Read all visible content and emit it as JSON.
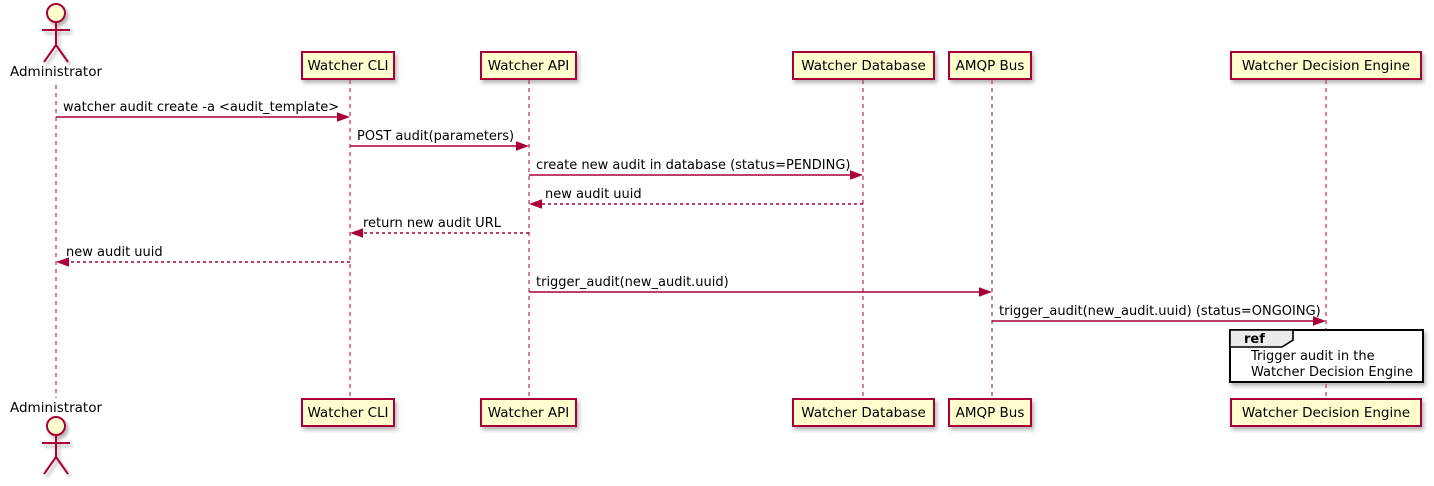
{
  "diagram": {
    "type": "sequence-diagram",
    "participants": [
      {
        "id": "administrator",
        "kind": "actor",
        "name": "Administrator"
      },
      {
        "id": "watcher-cli",
        "kind": "participant",
        "name": "Watcher CLI"
      },
      {
        "id": "watcher-api",
        "kind": "participant",
        "name": "Watcher API"
      },
      {
        "id": "watcher-database",
        "kind": "participant",
        "name": "Watcher Database"
      },
      {
        "id": "amqp-bus",
        "kind": "participant",
        "name": "AMQP Bus"
      },
      {
        "id": "watcher-decision-engine",
        "kind": "participant",
        "name": "Watcher Decision Engine"
      }
    ],
    "messages": [
      {
        "from": "administrator",
        "to": "watcher-cli",
        "line": "solid",
        "label": "watcher audit create -a <audit_template>"
      },
      {
        "from": "watcher-cli",
        "to": "watcher-api",
        "line": "solid",
        "label": "POST audit(parameters)"
      },
      {
        "from": "watcher-api",
        "to": "watcher-database",
        "line": "solid",
        "label": "create new audit in database (status=PENDING)"
      },
      {
        "from": "watcher-database",
        "to": "watcher-api",
        "line": "dashed",
        "label": "new audit uuid"
      },
      {
        "from": "watcher-api",
        "to": "watcher-cli",
        "line": "dashed",
        "label": "return new audit URL"
      },
      {
        "from": "watcher-cli",
        "to": "administrator",
        "line": "dashed",
        "label": "new audit uuid"
      },
      {
        "from": "watcher-api",
        "to": "amqp-bus",
        "line": "solid",
        "label": "trigger_audit(new_audit.uuid)"
      },
      {
        "from": "amqp-bus",
        "to": "watcher-decision-engine",
        "line": "solid",
        "label": "trigger_audit(new_audit.uuid) (status=ONGOING)"
      }
    ],
    "ref": {
      "keyword": "ref",
      "over": "watcher-decision-engine",
      "lines": [
        "Trigger audit in the",
        "Watcher Decision Engine"
      ]
    },
    "colors": {
      "accent": "#A80036",
      "participant_bg": "#FEFECE",
      "ref_tab_bg": "#EBEBEB",
      "ref_border": "#000000",
      "background": "#FFFFFF"
    }
  }
}
